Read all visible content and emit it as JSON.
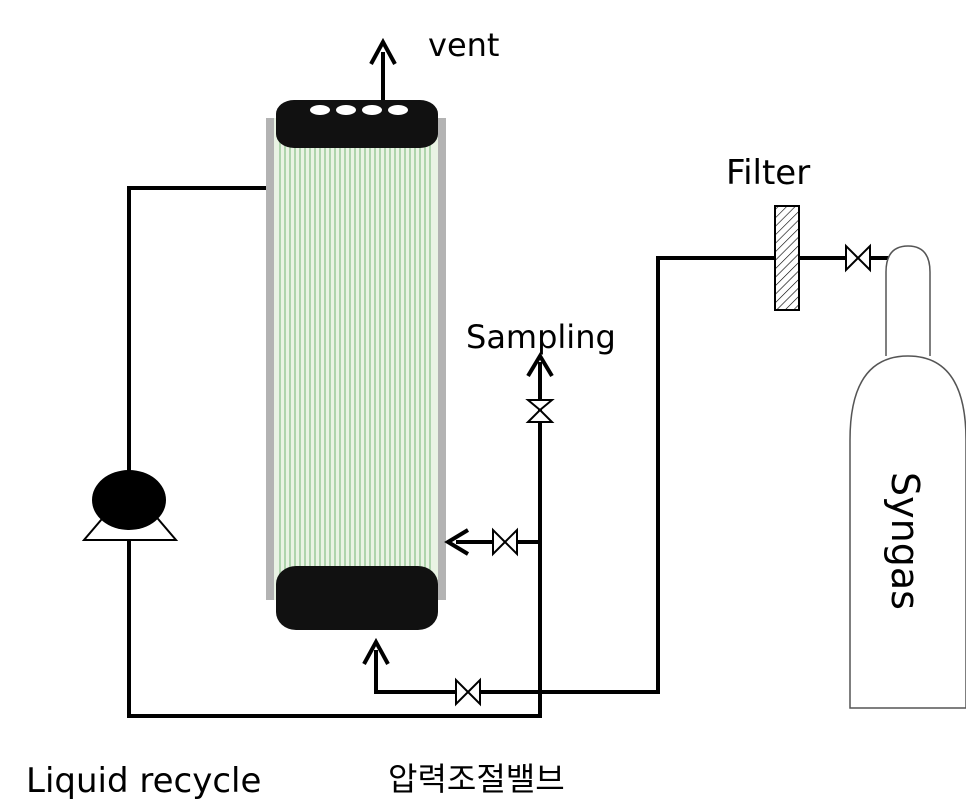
{
  "labels": {
    "vent": "vent",
    "filter": "Filter",
    "sampling": "Sampling",
    "syngas": "Syngas",
    "liquid_recycle": "Liquid recycle",
    "pressure_valve": "압력조절밸브"
  },
  "colors": {
    "line": "#000000",
    "fiber": "#8fc48f",
    "column_body": "#e9f3e4",
    "column_wall": "#b3b3b3",
    "cap": "#111111",
    "cylinder_outline": "#555555"
  }
}
